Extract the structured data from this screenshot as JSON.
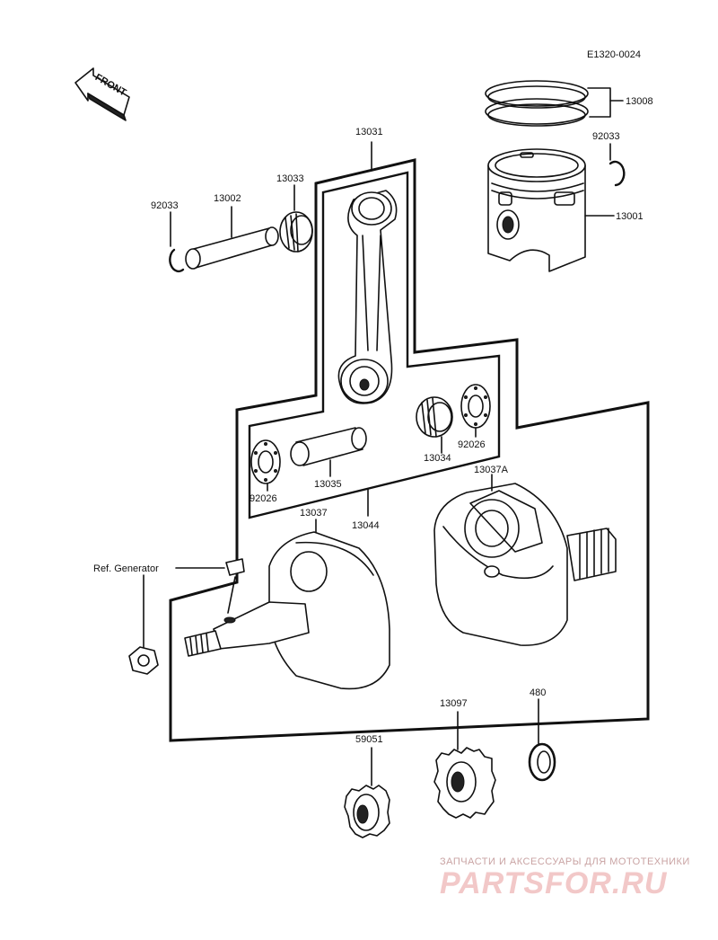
{
  "drawing_code": "E1320-0024",
  "front_label": "FRONT",
  "ref_generator": "Ref. Generator",
  "parts": {
    "p13008": "13008",
    "p92033_right": "92033",
    "p13001": "13001",
    "p13031": "13031",
    "p13033": "13033",
    "p13002": "13002",
    "p92033_left": "92033",
    "p92026_right": "92026",
    "p13034": "13034",
    "p92026_left": "92026",
    "p13035": "13035",
    "p13037a": "13037A",
    "p13037": "13037",
    "p13044": "13044",
    "p13097": "13097",
    "p480": "480",
    "p59051": "59051"
  },
  "watermark": {
    "caption": "ЗАПЧАСТИ И АКСЕССУАРЫ ДЛЯ МОТОТЕХНИКИ",
    "logo": "PARTSFOR.RU"
  }
}
